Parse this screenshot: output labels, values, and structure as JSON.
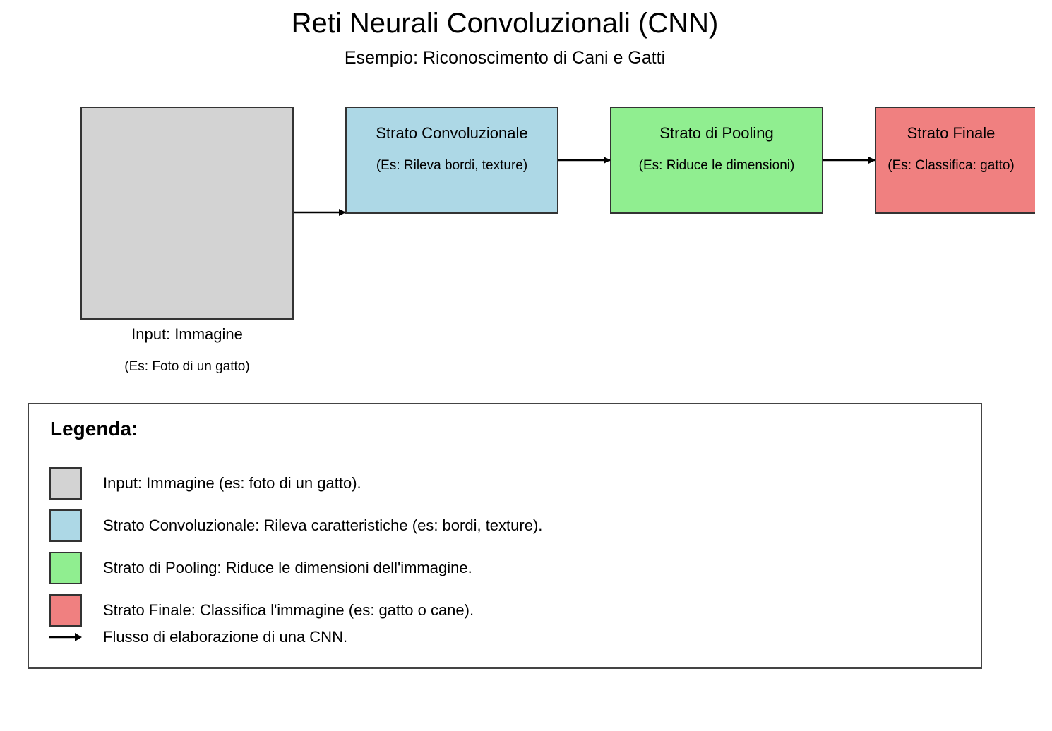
{
  "header": {
    "title": "Reti Neurali Convoluzionali (CNN)",
    "subtitle": "Esempio: Riconoscimento di Cani e Gatti"
  },
  "colors": {
    "input": "#d3d3d3",
    "conv": "#add8e6",
    "pool": "#90ee90",
    "final": "#f08080",
    "border": "#333333",
    "arrow": "#000000"
  },
  "nodes": {
    "input": {
      "title": "Input: Immagine",
      "desc": "(Es: Foto di un gatto)"
    },
    "conv": {
      "title": "Strato Convoluzionale",
      "desc": "(Es: Rileva bordi, texture)"
    },
    "pool": {
      "title": "Strato di Pooling",
      "desc": "(Es: Riduce le dimensioni)"
    },
    "final": {
      "title": "Strato Finale",
      "desc": "(Es: Classifica: gatto)"
    }
  },
  "edges": [
    {
      "from": "input",
      "to": "conv"
    },
    {
      "from": "conv",
      "to": "pool"
    },
    {
      "from": "pool",
      "to": "final"
    }
  ],
  "legend": {
    "title": "Legenda:",
    "items": [
      {
        "key": "input",
        "text": "Input: Immagine (es: foto di un gatto)."
      },
      {
        "key": "conv",
        "text": "Strato Convoluzionale: Rileva caratteristiche (es: bordi, texture)."
      },
      {
        "key": "pool",
        "text": "Strato di Pooling: Riduce le dimensioni dell'immagine."
      },
      {
        "key": "final",
        "text": "Strato Finale: Classifica l'immagine (es: gatto o cane)."
      }
    ],
    "arrow_text": "Flusso di elaborazione di una CNN."
  }
}
